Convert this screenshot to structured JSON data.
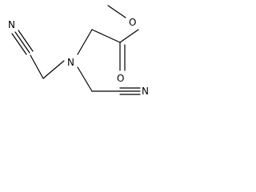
{
  "molecule": {
    "atoms": [
      {
        "symbol": "O"
      },
      {
        "symbol": "O"
      },
      {
        "symbol": "N"
      },
      {
        "symbol": "N"
      },
      {
        "symbol": "N"
      }
    ]
  },
  "colors": {
    "bond": "#000000",
    "label": "#000000",
    "background": "#ffffff"
  }
}
